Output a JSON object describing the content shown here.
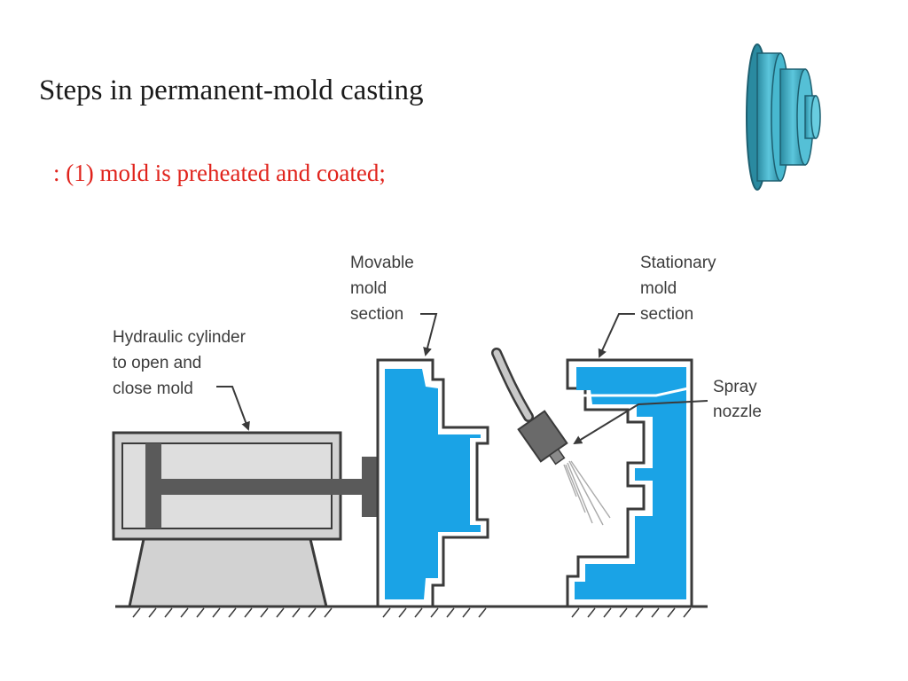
{
  "slide": {
    "title": "Steps in permanent-mold casting",
    "step_text": ": (1) mold is preheated and coated;"
  },
  "diagram": {
    "labels": {
      "movable_mold": [
        "Movable",
        "mold",
        "section"
      ],
      "stationary_mold": [
        "Stationary",
        "mold",
        "section"
      ],
      "hydraulic_cylinder": [
        "Hydraulic cylinder",
        "to open and",
        "close mold"
      ],
      "spray_nozzle": [
        "Spray",
        "nozzle"
      ]
    }
  },
  "colors": {
    "mold_fill": "#1aa3e6",
    "outline": "#3a3a3a",
    "cylinder_fill": "#d2d2d2",
    "pulley_fill": "#3fb0c8",
    "title_text": "#1a1a1a",
    "step_text": "#e0231c"
  },
  "icons": {
    "pulley": "casting-pulley-icon"
  }
}
